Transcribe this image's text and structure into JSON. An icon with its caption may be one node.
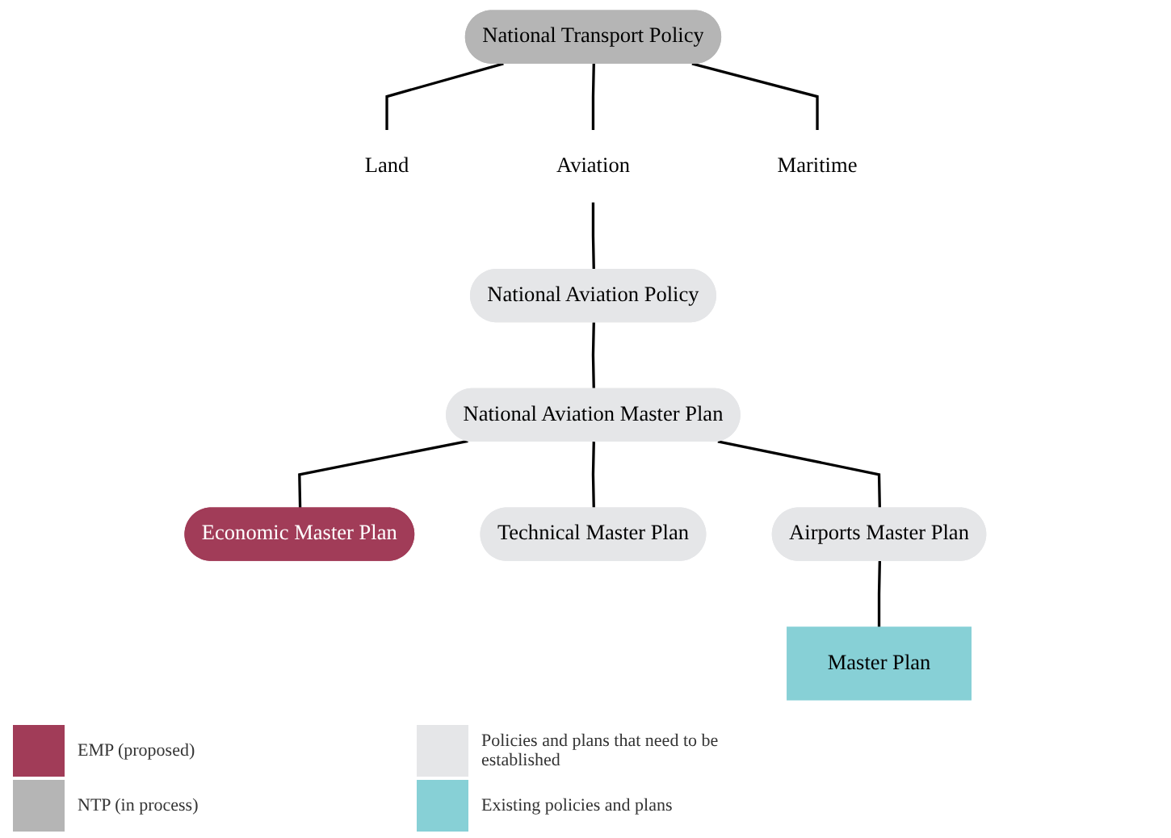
{
  "diagram": {
    "nodes": [
      {
        "text": [
          "National Transport Policy"
        ]
      },
      {
        "text": [
          "Land"
        ]
      },
      {
        "text": [
          "Aviation"
        ]
      },
      {
        "text": [
          "Maritime"
        ]
      },
      {
        "text": [
          "National Aviation Policy"
        ]
      },
      {
        "text": [
          "National Aviation Master Plan"
        ]
      },
      {
        "text": [
          "Economic Master Plan"
        ]
      },
      {
        "text": [
          "Technical Master Plan"
        ]
      },
      {
        "text": [
          "Airports Master Plan"
        ]
      },
      {
        "text": [
          "Master Plan"
        ]
      }
    ],
    "edges": [
      {
        "from": 0,
        "to": 1,
        "arrow": "none"
      },
      {
        "from": 0,
        "to": 2,
        "arrow": "none"
      },
      {
        "from": 0,
        "to": 3,
        "arrow": "none"
      },
      {
        "from": 2,
        "to": 4,
        "arrow": "none"
      },
      {
        "from": 4,
        "to": 5,
        "arrow": "none"
      },
      {
        "from": 5,
        "to": 6,
        "arrow": "none"
      },
      {
        "from": 5,
        "to": 7,
        "arrow": "none"
      },
      {
        "from": 5,
        "to": 8,
        "arrow": "none"
      },
      {
        "from": 8,
        "to": 9,
        "arrow": "none"
      }
    ],
    "legend": [
      {
        "text": "EMP (proposed)",
        "color": "#a13c58"
      },
      {
        "text": "NTP (in process)",
        "color": "#b5b5b5"
      },
      {
        "text": "Policies and plans that need to be established",
        "color": "#e5e6e8"
      },
      {
        "text": "Existing policies and plans",
        "color": "#87d0d6"
      }
    ]
  }
}
